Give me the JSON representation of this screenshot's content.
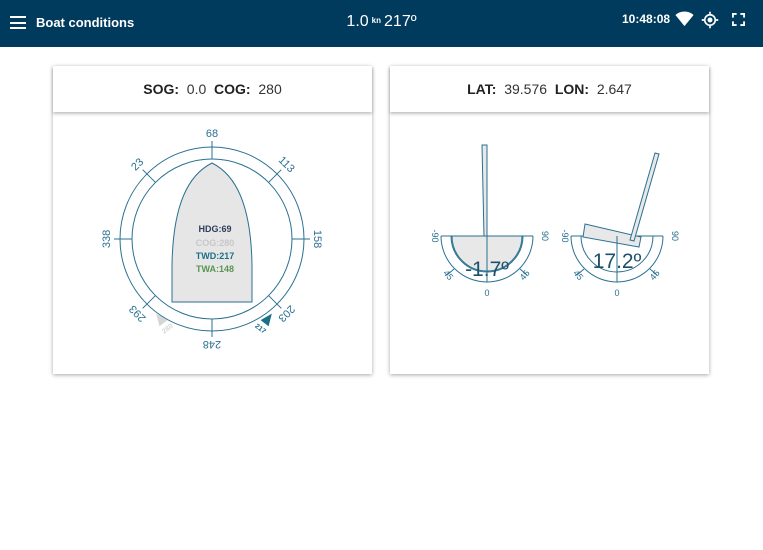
{
  "header": {
    "title": "Boat conditions",
    "wind_speed": "1.0",
    "wind_unit": "kn",
    "wind_direction": "217º",
    "time": "10:48:08"
  },
  "left_card": {
    "sog_label": "SOG:",
    "sog_value": "0.0",
    "cog_label": "COG:",
    "cog_value": "280"
  },
  "right_card": {
    "lat_label": "LAT:",
    "lat_value": "39.576",
    "lon_label": "LON:",
    "lon_value": "2.647"
  },
  "compass": {
    "ticks": [
      "68",
      "113",
      "158",
      "203",
      "248",
      "293",
      "338",
      "23"
    ],
    "hdg": "HDG:69",
    "cog": "COG:280",
    "twd": "TWD:217",
    "twa": "TWA:148",
    "wind_marker_label": "217",
    "cog_marker_label": "280"
  },
  "heel": {
    "value": "-1.7º",
    "ticks": [
      "-90",
      "45",
      "0",
      "45",
      "90"
    ]
  },
  "pitch": {
    "value": "17.2º",
    "ticks": [
      "-90",
      "45",
      "0",
      "45",
      "90"
    ]
  },
  "colors": {
    "navy": "#003a5c",
    "teal": "#2a7191",
    "hdg_text": "#2d3f5c",
    "cog_text": "#c8c8c8",
    "twd_text": "#1b6f86",
    "twa_text": "#5a9452"
  }
}
